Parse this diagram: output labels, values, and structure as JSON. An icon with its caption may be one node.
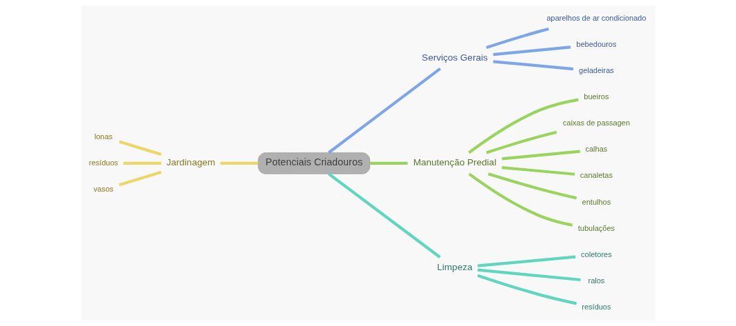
{
  "diagram": {
    "nodes": [
      {
        "text": [
          "Potenciais Criadouros"
        ]
      },
      {
        "text": [
          "Serviços Gerais"
        ]
      },
      {
        "text": [
          "aparelhos de ar condicionado"
        ]
      },
      {
        "text": [
          "bebedouros"
        ]
      },
      {
        "text": [
          "geladeiras"
        ]
      },
      {
        "text": [
          "Manutenção Predial"
        ]
      },
      {
        "text": [
          "bueiros"
        ]
      },
      {
        "text": [
          "caixas de passagen"
        ]
      },
      {
        "text": [
          "calhas"
        ]
      },
      {
        "text": [
          "canaletas"
        ]
      },
      {
        "text": [
          "entulhos"
        ]
      },
      {
        "text": [
          "tubulações"
        ]
      },
      {
        "text": [
          "Limpeza"
        ]
      },
      {
        "text": [
          "coletores"
        ]
      },
      {
        "text": [
          "ralos"
        ]
      },
      {
        "text": [
          "resíduos"
        ]
      },
      {
        "text": [
          "Jardinagem"
        ]
      },
      {
        "text": [
          "lonas"
        ]
      },
      {
        "text": [
          "resíduos"
        ]
      },
      {
        "text": [
          "vasos"
        ]
      }
    ],
    "edges": [
      {
        "from": 0,
        "to": 1,
        "arrow": "none",
        "color": "#7ea6e6"
      },
      {
        "from": 1,
        "to": 2,
        "arrow": "none",
        "color": "#7ea6e6"
      },
      {
        "from": 1,
        "to": 3,
        "arrow": "none",
        "color": "#7ea6e6"
      },
      {
        "from": 1,
        "to": 4,
        "arrow": "none",
        "color": "#7ea6e6"
      },
      {
        "from": 0,
        "to": 5,
        "arrow": "none"
      },
      {
        "from": 5,
        "to": 6,
        "arrow": "none"
      },
      {
        "from": 5,
        "to": 7,
        "arrow": "none"
      },
      {
        "from": 5,
        "to": 8,
        "arrow": "none"
      },
      {
        "from": 5,
        "to": 9,
        "arrow": "none"
      },
      {
        "from": 5,
        "to": 10,
        "arrow": "none"
      },
      {
        "from": 5,
        "to": 11,
        "arrow": "none"
      },
      {
        "from": 0,
        "to": 12,
        "arrow": "none",
        "color": "#5fd6bd"
      },
      {
        "from": 12,
        "to": 13,
        "arrow": "none",
        "color": "#5fd6bd"
      },
      {
        "from": 12,
        "to": 14,
        "arrow": "none",
        "color": "#5fd6bd"
      },
      {
        "from": 12,
        "to": 15,
        "arrow": "none",
        "color": "#5fd6bd"
      },
      {
        "from": 0,
        "to": 16,
        "arrow": "none",
        "color": "#ecd66a"
      },
      {
        "from": 16,
        "to": 17,
        "arrow": "none",
        "color": "#ecd66a"
      },
      {
        "from": 16,
        "to": 18,
        "arrow": "none",
        "color": "#ecd66a"
      },
      {
        "from": 16,
        "to": 19,
        "arrow": "none",
        "color": "#ecd66a"
      }
    ]
  }
}
